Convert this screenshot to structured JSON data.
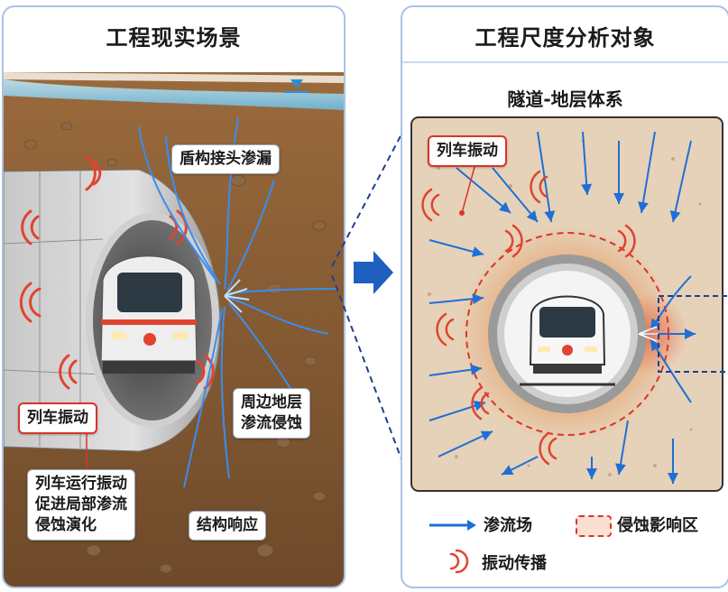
{
  "left_panel": {
    "title": "工程现实场景",
    "callouts": {
      "joint_leak": "盾构接头渗漏",
      "stratum_erosion_1": "周边地层",
      "stratum_erosion_2": "渗流侵蚀",
      "train_vibration": "列车振动",
      "note_1": "列车运行振动",
      "note_2": "促进局部渗流",
      "note_3": "侵蚀演化",
      "structure_response": "结构响应"
    }
  },
  "right_panel": {
    "title": "工程尺度分析对象",
    "subtitle": "隧道-地层体系",
    "callouts": {
      "train_vibration": "列车振动"
    },
    "legend": {
      "seepage": "渗流场",
      "erosion": "侵蚀影响区",
      "vibration": "振动传播"
    }
  },
  "colors": {
    "seepage_arrow": "#1f6fd6",
    "vibration": "#e0442f",
    "erosion_dashed": "#d9352a",
    "panel_border": "#a9c2e6",
    "big_arrow": "#1f5fbf"
  }
}
